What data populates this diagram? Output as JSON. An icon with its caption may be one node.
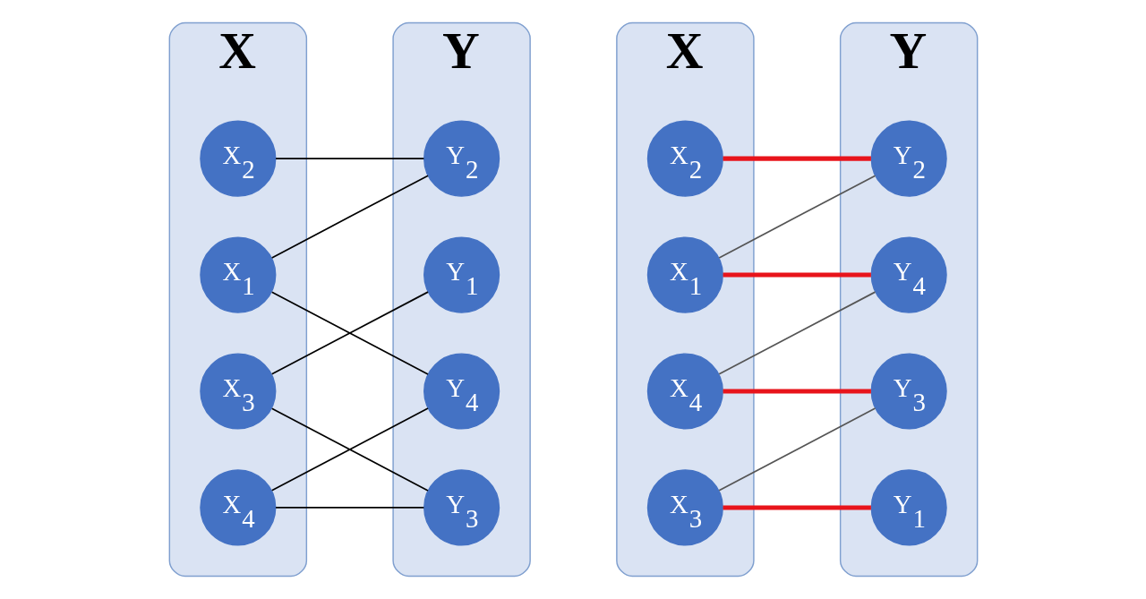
{
  "diagram": {
    "nodes": [
      {
        "text": [
          "X"
        ]
      },
      {
        "text": [
          "X$_{1}$"
        ],
        "in": 0
      },
      {
        "text": [
          "X$_{2}$"
        ],
        "in": 0
      },
      {
        "text": [
          "X$_{3}$"
        ],
        "in": 0
      },
      {
        "text": [
          "X$_{4}$"
        ],
        "in": 0
      },
      {
        "text": [
          "Y"
        ]
      },
      {
        "text": [
          "Y$_{1}$"
        ],
        "in": 5
      },
      {
        "text": [
          "Y$_{2}$"
        ],
        "in": 5
      },
      {
        "text": [
          "Y$_{3}$"
        ],
        "in": 5
      },
      {
        "text": [
          "Y$_{4}$"
        ],
        "in": 5
      },
      {
        "text": [
          "X"
        ]
      },
      {
        "text": [
          "X$_{1}$"
        ],
        "in": 10
      },
      {
        "text": [
          "X$_{2}$"
        ],
        "in": 10
      },
      {
        "text": [
          "X$_{3}$"
        ],
        "in": 10
      },
      {
        "text": [
          "X$_{4}$"
        ],
        "in": 10
      },
      {
        "text": [
          "Y"
        ]
      },
      {
        "text": [
          "Y$_{1}$"
        ],
        "in": 15
      },
      {
        "text": [
          "Y$_{2}$"
        ],
        "in": 15
      },
      {
        "text": [
          "Y$_{3}$"
        ],
        "in": 15
      },
      {
        "text": [
          "Y$_{4}$"
        ],
        "in": 15
      }
    ],
    "edges": [
      {
        "from": 1,
        "to": 7,
        "arrow": "none"
      },
      {
        "from": 1,
        "to": 9,
        "arrow": "none"
      },
      {
        "from": 2,
        "to": 7,
        "arrow": "none"
      },
      {
        "from": 3,
        "to": 6,
        "arrow": "none"
      },
      {
        "from": 3,
        "to": 8,
        "arrow": "none"
      },
      {
        "from": 4,
        "to": 8,
        "arrow": "none"
      },
      {
        "from": 4,
        "to": 9,
        "arrow": "none"
      },
      {
        "from": 11,
        "to": 17,
        "arrow": "none",
        "color": "#555555"
      },
      {
        "from": 11,
        "to": 19,
        "arrow": "none",
        "style": "thick",
        "color": "#e8141b"
      },
      {
        "from": 12,
        "to": 17,
        "arrow": "none",
        "style": "thick",
        "color": "#e8141b"
      },
      {
        "from": 13,
        "to": 16,
        "arrow": "none",
        "style": "thick",
        "color": "#e8141b"
      },
      {
        "from": 13,
        "to": 18,
        "arrow": "none",
        "color": "#555555"
      },
      {
        "from": 14,
        "to": 18,
        "arrow": "none",
        "style": "thick",
        "color": "#e8141b"
      },
      {
        "from": 14,
        "to": 19,
        "arrow": "none",
        "color": "#555555"
      }
    ]
  }
}
